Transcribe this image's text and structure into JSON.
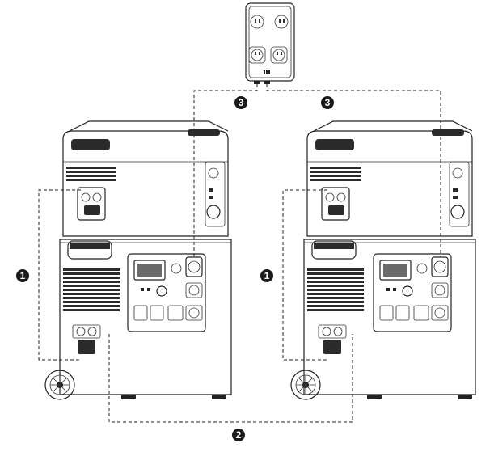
{
  "callouts": {
    "left_loop": "1",
    "right_loop": "1",
    "bottom_link": "2",
    "top_left": "3",
    "top_right": "3"
  },
  "colors": {
    "line": "#222222",
    "badge": "#1a1a1a",
    "panel_fill": "#f4f4f4",
    "dark_fill": "#2b2b2b"
  },
  "icons": [
    "power-station-unit",
    "expansion-battery-unit",
    "transfer-switch-box",
    "outlet-icon",
    "wheel-icon"
  ]
}
